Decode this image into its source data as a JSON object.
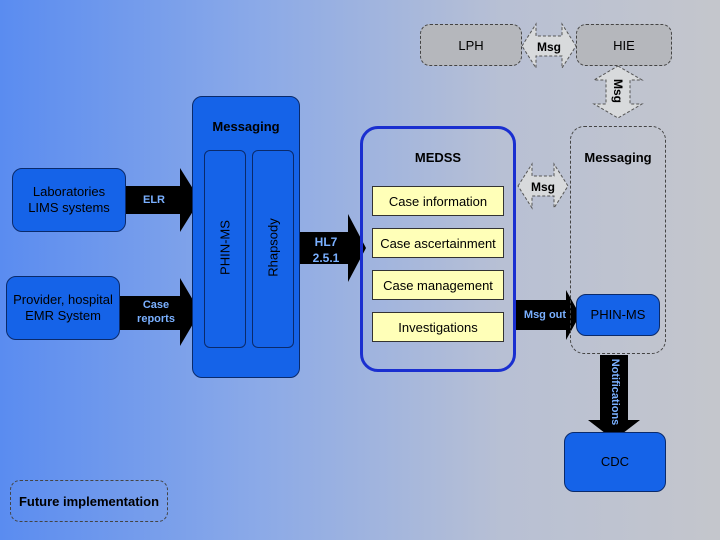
{
  "top": {
    "lph": "LPH",
    "hie": "HIE",
    "msg_horizontal": "Msg",
    "msg_vertical": "Msg"
  },
  "sources": {
    "labs": "Laboratories\nLIMS systems",
    "provider": "Provider, hospital\nEMR System",
    "elr": "ELR",
    "case_reports": "Case\nreports"
  },
  "messaging_left": {
    "title": "Messaging",
    "col1": "PHIN-MS",
    "col2": "Rhapsody"
  },
  "hl7": "HL7\n2.5.1",
  "medss": {
    "title": "MEDSS",
    "items": [
      "Case information",
      "Case ascertainment",
      "Case management",
      "Investigations"
    ]
  },
  "msg_middle": "Msg",
  "msg_out": "Msg out",
  "messaging_right": {
    "title": "Messaging",
    "phin": "PHIN-MS"
  },
  "notifications": "Notifications",
  "cdc": "CDC",
  "future": "Future implementation"
}
